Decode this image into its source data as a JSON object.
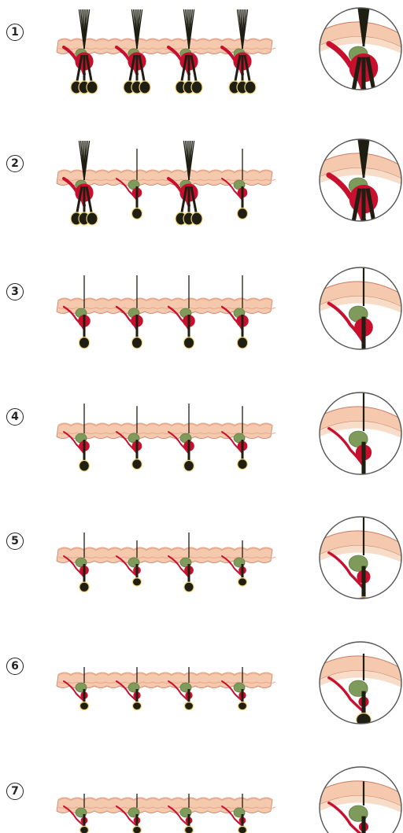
{
  "stages": [
    {
      "label": "1",
      "hairs": [
        {
          "strands": 7,
          "bulb": 1.0,
          "red": 1.0
        },
        {
          "strands": 7,
          "bulb": 1.0,
          "red": 1.0
        },
        {
          "strands": 7,
          "bulb": 1.0,
          "red": 1.0
        },
        {
          "strands": 7,
          "bulb": 1.0,
          "red": 1.0
        }
      ]
    },
    {
      "label": "2",
      "hairs": [
        {
          "strands": 7,
          "bulb": 1.0,
          "red": 1.0
        },
        {
          "strands": 1,
          "bulb": 0.75,
          "red": 0.45
        },
        {
          "strands": 7,
          "bulb": 1.0,
          "red": 1.0
        },
        {
          "strands": 1,
          "bulb": 0.75,
          "red": 0.45
        }
      ]
    },
    {
      "label": "3",
      "hairs": [
        {
          "strands": 1,
          "bulb": 0.8,
          "red": 0.6
        },
        {
          "strands": 1,
          "bulb": 0.8,
          "red": 0.6
        },
        {
          "strands": 1,
          "bulb": 0.8,
          "red": 0.6
        },
        {
          "strands": 1,
          "bulb": 0.8,
          "red": 0.6
        }
      ]
    },
    {
      "label": "4",
      "hairs": [
        {
          "strands": 1,
          "bulb": 0.7,
          "red": 0.5
        },
        {
          "strands": 1,
          "bulb": 0.62,
          "red": 0.45
        },
        {
          "strands": 1,
          "bulb": 0.7,
          "red": 0.5
        },
        {
          "strands": 1,
          "bulb": 0.62,
          "red": 0.45
        }
      ]
    },
    {
      "label": "5",
      "hairs": [
        {
          "strands": 1,
          "bulb": 0.55,
          "red": 0.4
        },
        {
          "strands": 1,
          "bulb": 0.3,
          "red": 0.3
        },
        {
          "strands": 1,
          "bulb": 0.55,
          "red": 0.4
        },
        {
          "strands": 1,
          "bulb": 0.3,
          "red": 0.3
        }
      ]
    },
    {
      "label": "6",
      "hairs": [
        {
          "strands": 1,
          "bulb": 0.25,
          "red": 0.28
        },
        {
          "strands": 1,
          "bulb": 0.25,
          "red": 0.28
        },
        {
          "strands": 1,
          "bulb": 0.25,
          "red": 0.28
        },
        {
          "strands": 1,
          "bulb": 0.25,
          "red": 0.28
        }
      ]
    },
    {
      "label": "7",
      "hairs": [
        {
          "strands": 1,
          "bulb": 0.2,
          "red": 0.25
        },
        {
          "strands": 1,
          "bulb": 0.2,
          "red": 0.25
        },
        {
          "strands": 1,
          "bulb": 0.2,
          "red": 0.25
        },
        {
          "strands": 1,
          "bulb": 0.2,
          "red": 0.25
        }
      ]
    }
  ],
  "colors": {
    "skin_top": "#f4c9ae",
    "skin_mid": "#e8a98c",
    "skin_edge": "#c97b63",
    "dermis": "#f7ddc8",
    "gland": "#7e9b5b",
    "gland_dark": "#5d7a3f",
    "vessel": "#c8102e",
    "hair": "#1e1e12",
    "bulb_glow": "#f2d27a",
    "circle_border": "#555555"
  }
}
